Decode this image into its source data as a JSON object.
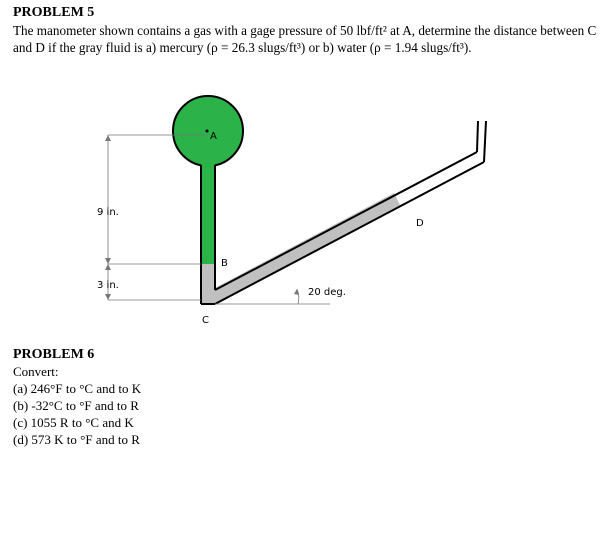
{
  "problem5": {
    "title": "PROBLEM 5",
    "text": "The manometer shown contains a gas with a gage pressure of 50 lbf/ft² at A, determine the distance between C and D if the gray fluid is a) mercury (ρ = 26.3 slugs/ft³) or b) water (ρ = 1.94 slugs/ft³)."
  },
  "diagram": {
    "labels": {
      "a": "A",
      "b": "B",
      "c": "C",
      "d": "D",
      "dim_9": "9 in.",
      "dim_3": "3 in.",
      "angle": "20 deg."
    },
    "colors": {
      "gas": "#2bb34a",
      "fluid": "#c0c0c0",
      "wall": "#000000"
    }
  },
  "problem6": {
    "title": "PROBLEM 6",
    "convert": "Convert:",
    "items": [
      "(a)  246°F to °C and to K",
      "(b)  -32°C to °F and to R",
      "(c)  1055 R to °C and K",
      "(d)  573 K to °F and to R"
    ]
  }
}
